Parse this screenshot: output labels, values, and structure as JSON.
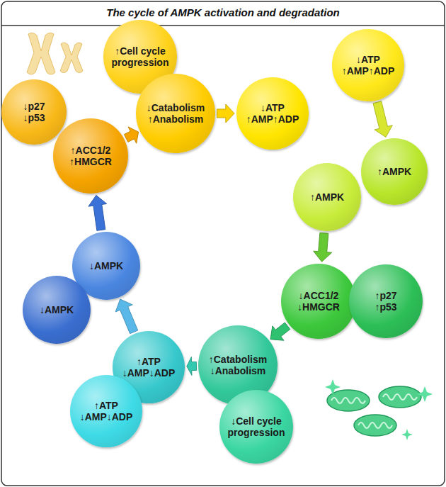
{
  "diagram": {
    "title": "The cycle of AMPK activation and degradation",
    "nodes": [
      {
        "text": [
          "↓p27 ↓p53"
        ]
      },
      {
        "text": [
          "↑ACC1/2 ↑HMGCR"
        ]
      },
      {
        "text": [
          "↑Cell cycle progression"
        ]
      },
      {
        "text": [
          "↓Catabolism ↑Anabolism"
        ]
      },
      {
        "text": [
          "↓ATP ↑AMP↑ADP"
        ]
      },
      {
        "text": [
          "↓ATP ↑AMP↑ADP"
        ]
      },
      {
        "text": [
          "↑AMPK"
        ]
      },
      {
        "text": [
          "↑AMPK"
        ]
      },
      {
        "text": [
          "↓ACC1/2 ↓HMGCR"
        ]
      },
      {
        "text": [
          "↑p27 ↑p53"
        ]
      },
      {
        "text": [
          "↑Catabolism ↓Anabolism"
        ]
      },
      {
        "text": [
          "↓Cell cycle progression"
        ]
      },
      {
        "text": [
          "↑ATP ↓AMP↓ADP"
        ]
      },
      {
        "text": [
          "↑ATP ↓AMP↓ADP"
        ]
      },
      {
        "text": [
          "↓AMPK"
        ]
      },
      {
        "text": [
          "↓AMPK"
        ]
      }
    ],
    "edges": [
      {
        "from": 1,
        "to": 3,
        "arrow": "to"
      },
      {
        "from": 3,
        "to": 5,
        "arrow": "to"
      },
      {
        "from": 4,
        "to": 6,
        "arrow": "to"
      },
      {
        "from": 7,
        "to": 8,
        "arrow": "to"
      },
      {
        "from": 8,
        "to": 10,
        "arrow": "to"
      },
      {
        "from": 10,
        "to": 12,
        "arrow": "to"
      },
      {
        "from": 12,
        "to": 14,
        "arrow": "to"
      },
      {
        "from": 14,
        "to": 1,
        "arrow": "to"
      }
    ]
  }
}
